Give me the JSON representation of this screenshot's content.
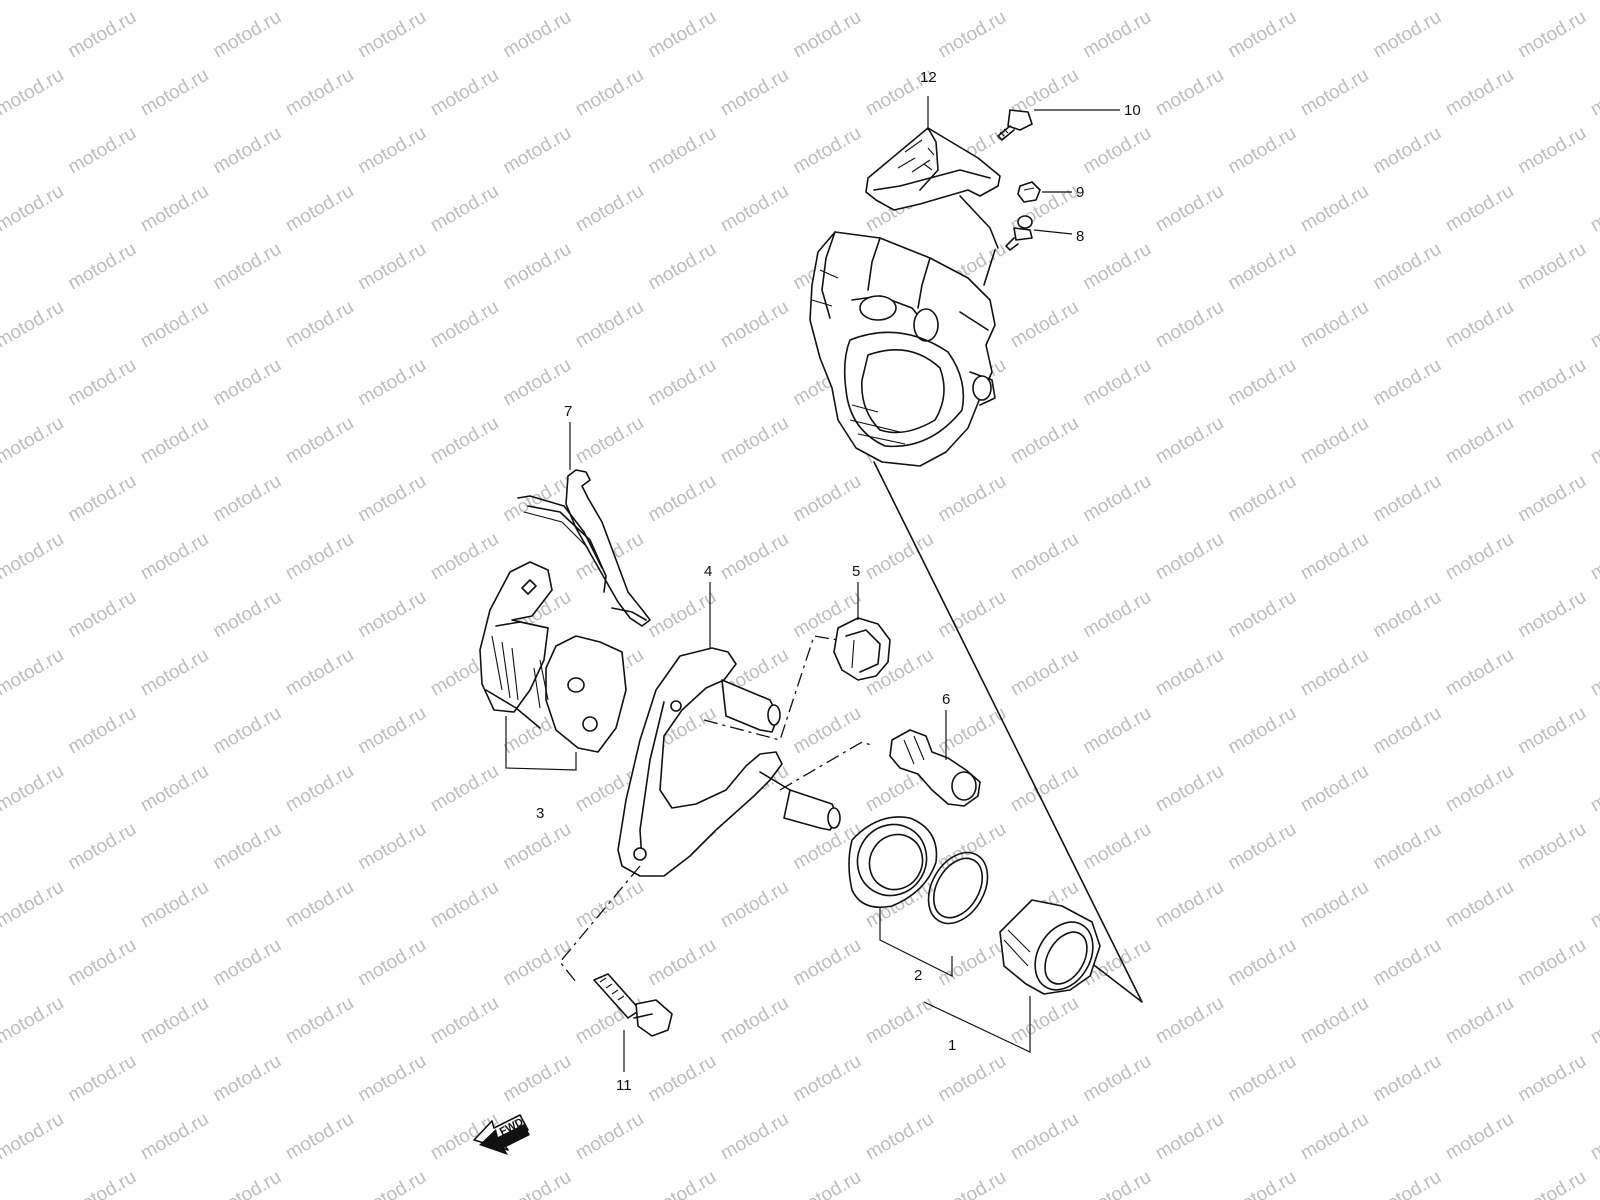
{
  "watermark": {
    "text": "motod.ru"
  },
  "direction_badge": {
    "text": "FWD"
  },
  "callouts": [
    {
      "id": "1",
      "text": "1"
    },
    {
      "id": "2",
      "text": "2"
    },
    {
      "id": "3",
      "text": "3"
    },
    {
      "id": "4",
      "text": "4"
    },
    {
      "id": "5",
      "text": "5"
    },
    {
      "id": "6",
      "text": "6"
    },
    {
      "id": "7",
      "text": "7"
    },
    {
      "id": "8",
      "text": "8"
    },
    {
      "id": "9",
      "text": "9"
    },
    {
      "id": "10",
      "text": "10"
    },
    {
      "id": "11",
      "text": "11"
    },
    {
      "id": "12",
      "text": "12"
    }
  ]
}
